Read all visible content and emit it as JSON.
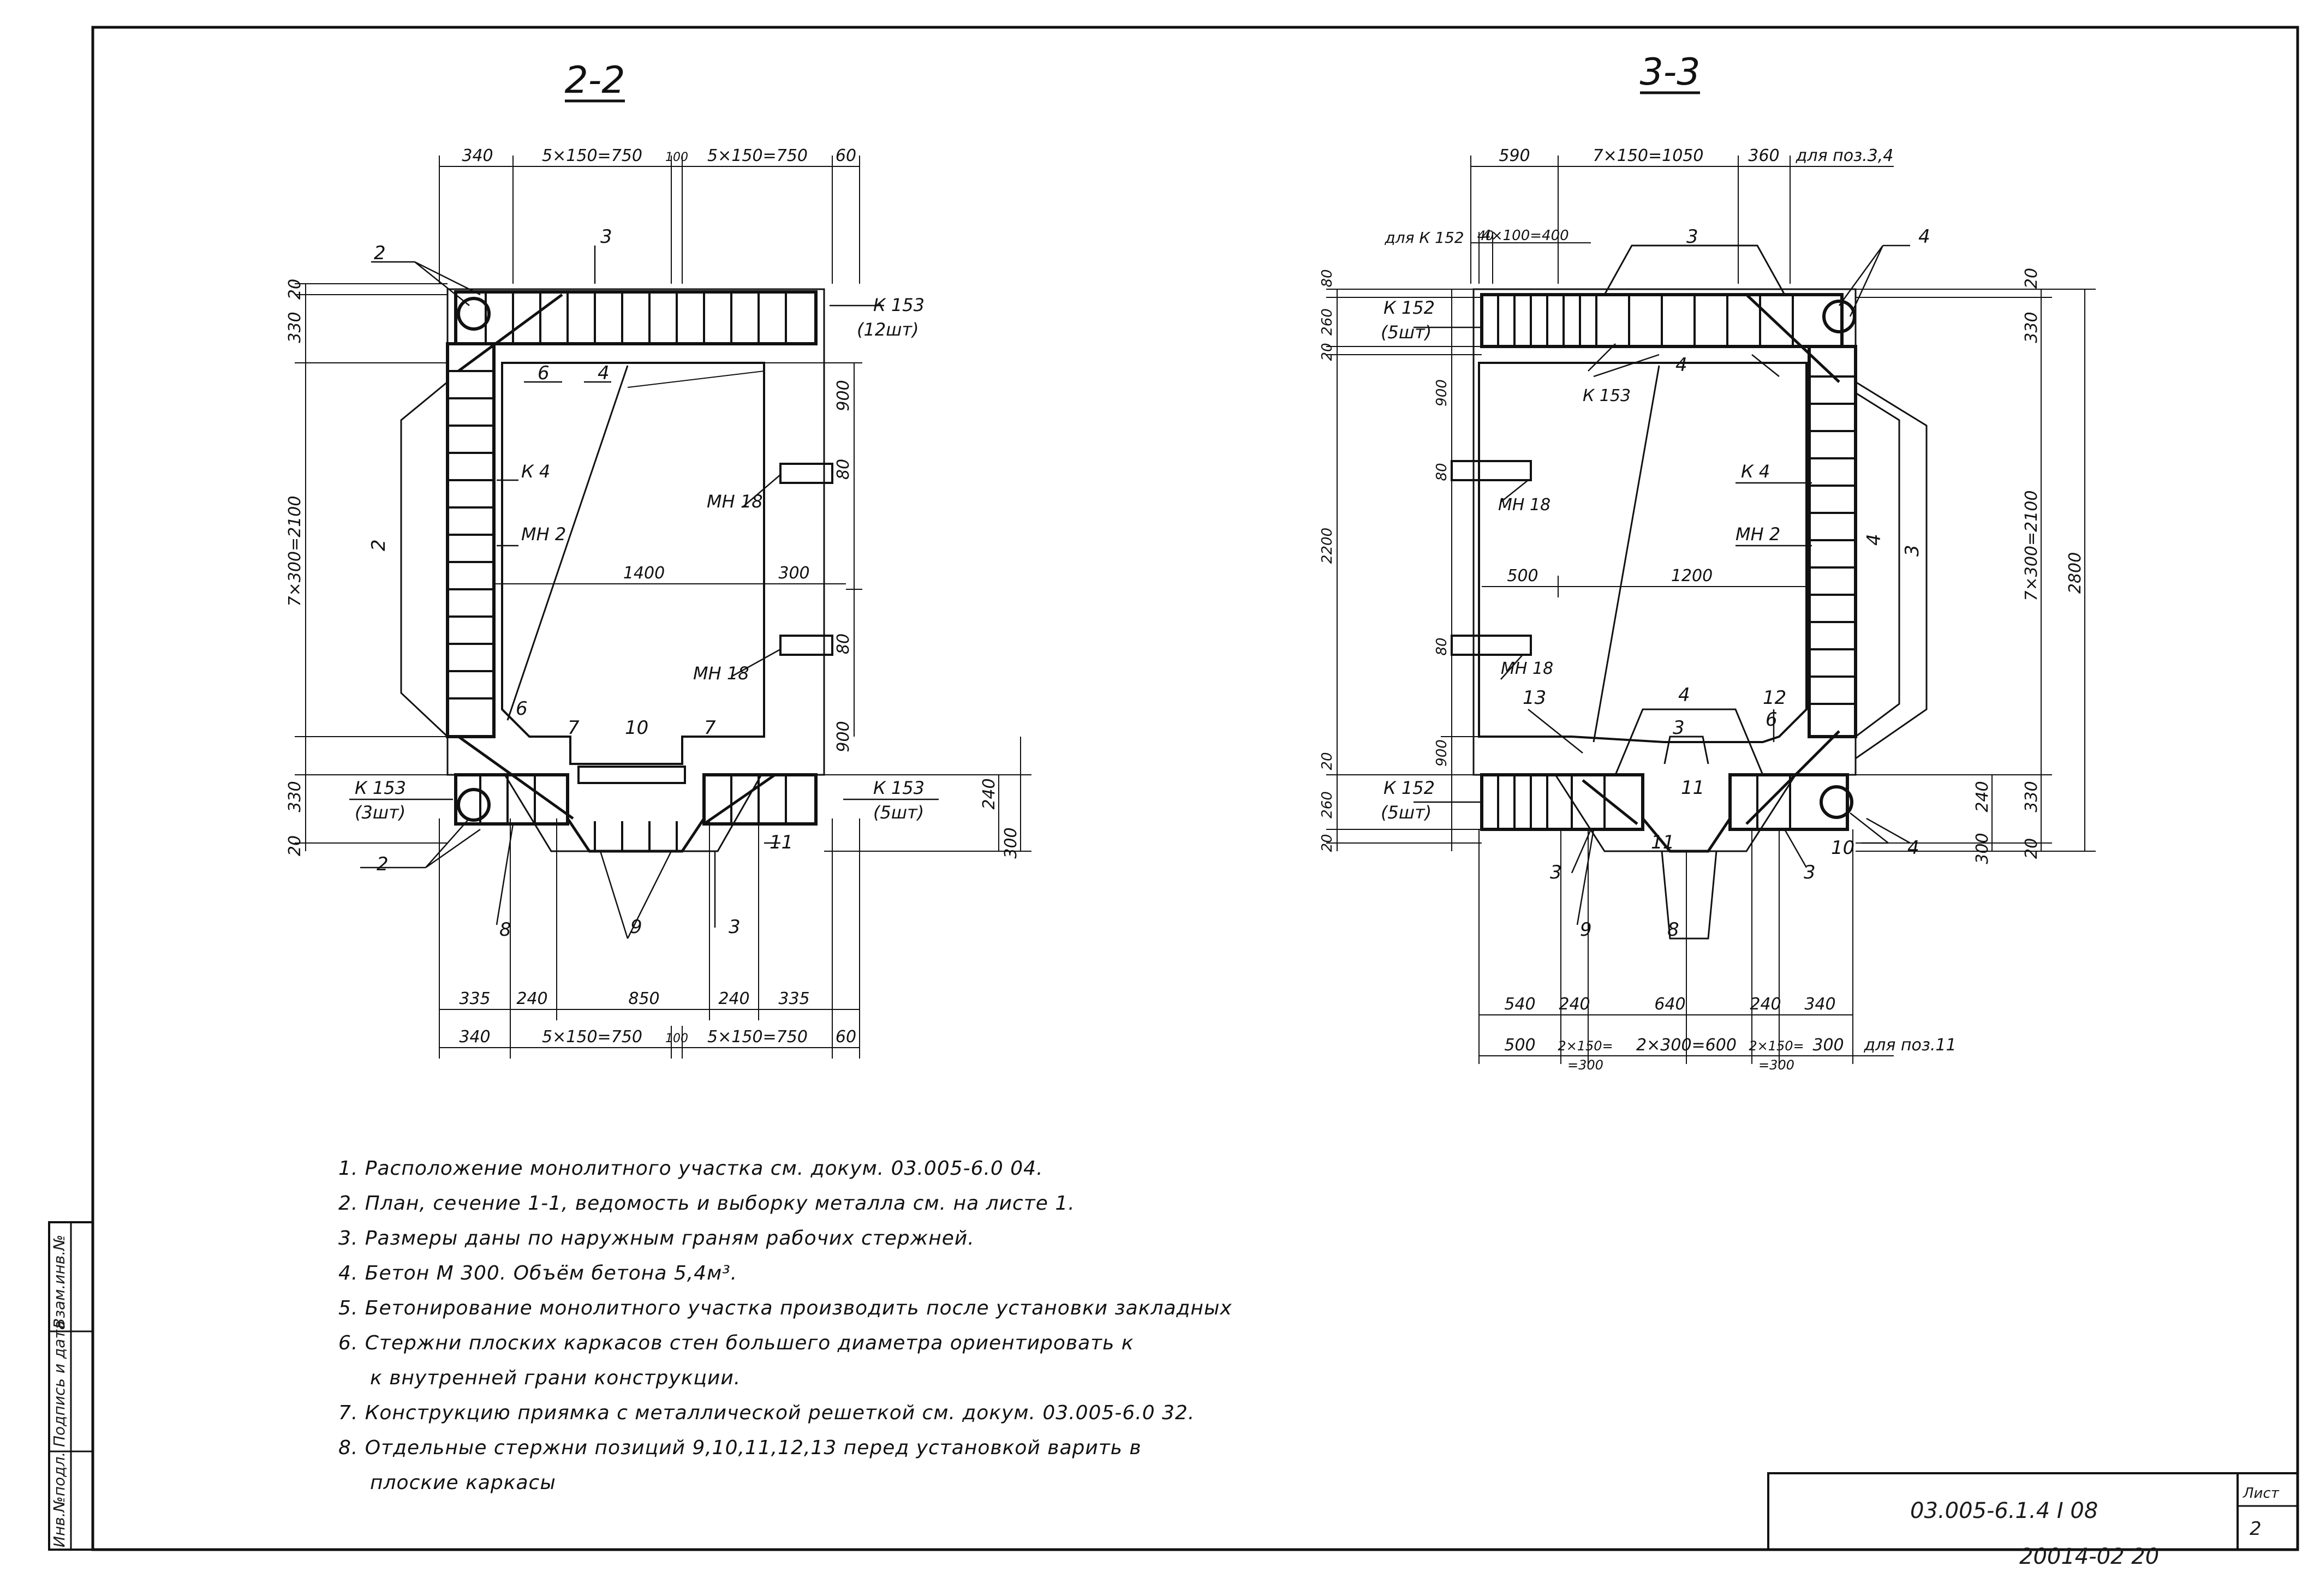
{
  "sections": {
    "s22": {
      "title": "2-2",
      "dims_top": [
        "340",
        "5×150=750",
        "100",
        "5×150=750",
        "60"
      ],
      "dims_bottom_1": [
        "335",
        "240",
        "850",
        "240",
        "335"
      ],
      "dims_bottom_2": [
        "340",
        "5×150=750",
        "100",
        "5×150=750",
        "60"
      ],
      "dims_left": [
        "20",
        "330",
        "7×300=2100",
        "330",
        "20"
      ],
      "dims_right": [
        "900",
        "80",
        "300",
        "80",
        "900",
        "240",
        "300"
      ],
      "dims_inner": [
        "1400",
        "300"
      ],
      "labels": {
        "k153_top": "К 153",
        "k153_top_qty": "(12шт)",
        "k153_bl": "К 153",
        "k153_bl_qty": "(3шт)",
        "k153_br": "К 153",
        "k153_br_qty": "(5шт)",
        "k4": "К 4",
        "mn2": "МН 2",
        "mn18_a": "МН 18",
        "mn18_b": "МН 18"
      },
      "callouts": [
        "2",
        "3",
        "4",
        "6",
        "2",
        "6",
        "7",
        "10",
        "7",
        "2",
        "8",
        "9",
        "3",
        "11"
      ]
    },
    "s33": {
      "title": "3-3",
      "dims_top": [
        "590",
        "7×150=1050",
        "360",
        "для поз.3,4"
      ],
      "dims_top_2": [
        "для К 152",
        "40",
        "4×100=400"
      ],
      "dims_bottom_1": [
        "540",
        "240",
        "640",
        "240",
        "340"
      ],
      "dims_bottom_2": [
        "500",
        "2×150=",
        "=300",
        "2×300=600",
        "2×150=",
        "=300",
        "300",
        "для поз.11"
      ],
      "dims_left": [
        "80",
        "260",
        "20",
        "900",
        "80",
        "2200",
        "80",
        "900",
        "20",
        "260",
        "20"
      ],
      "dims_right": [
        "20",
        "330",
        "7×300=2100",
        "2800",
        "240",
        "330",
        "300",
        "20"
      ],
      "dims_inner": [
        "500",
        "1200"
      ],
      "labels": {
        "k152_top": "К 152",
        "k152_top_qty": "(5шт)",
        "k152_bot": "К 152",
        "k152_bot_qty": "(5шт)",
        "k153": "К 153",
        "k4": "К 4",
        "mn2": "МН 2",
        "mn18_a": "МН 18",
        "mn18_b": "МН 18"
      },
      "callouts": [
        "3",
        "4",
        "4",
        "4",
        "3",
        "4",
        "3",
        "13",
        "12",
        "6",
        "11",
        "11",
        "3",
        "9",
        "8",
        "10",
        "3",
        "4"
      ]
    }
  },
  "notes": [
    "1. Расположение монолитного участка см. докум. 03.005-6.0 04.",
    "2. План, сечение 1-1, ведомость и выборку металла см. на листе 1.",
    "3. Размеры даны по наружным граням рабочих стержней.",
    "4. Бетон М 300. Объём бетона 5,4м³.",
    "5. Бетонирование монолитного участка производить после установки закладных",
    "6. Стержни плоских каркасов стен большего диаметра ориентировать к",
    "к внутренней грани конструкции.",
    "7. Конструкцию приямка с металлической решеткой см. докум. 03.005-6.0 32.",
    "8. Отдельные стержни позиций 9,10,11,12,13 перед установкой варить в",
    "плоские каркасы"
  ],
  "title_block": {
    "doc_code": "03.005-6.1.4 I 08",
    "sheet_label": "Лист",
    "sheet_number": "2",
    "archive_number": "20014-02 20"
  },
  "side_stamp": [
    "Инв.№подл.",
    "Подпись и дата",
    "Взам.инв.№"
  ]
}
